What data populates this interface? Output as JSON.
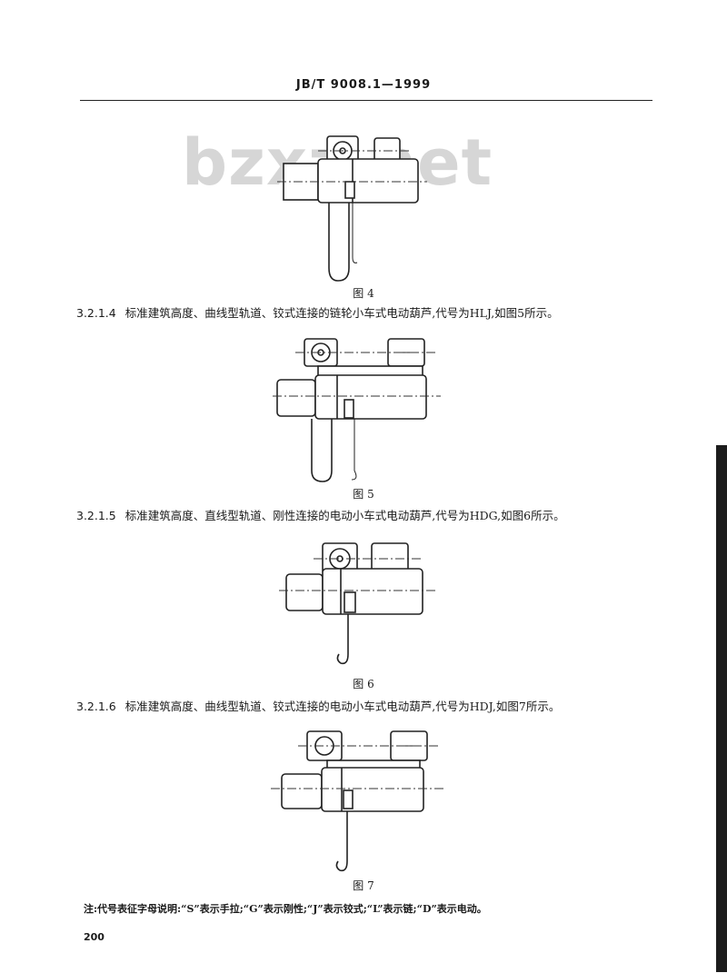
{
  "header": {
    "standard_code": "JB/T 9008.1—1999"
  },
  "watermark": "bzxz.net",
  "figures": [
    {
      "caption": "图 4"
    },
    {
      "caption": "图 5"
    },
    {
      "caption": "图 6"
    },
    {
      "caption": "图 7"
    }
  ],
  "clauses": [
    {
      "number": "3.2.1.4",
      "text": "标准建筑高度、曲线型轨道、铰式连接的链轮小车式电动葫芦,代号为HLJ,如图5所示。"
    },
    {
      "number": "3.2.1.5",
      "text": "标准建筑高度、直线型轨道、刚性连接的电动小车式电动葫芦,代号为HDG,如图6所示。"
    },
    {
      "number": "3.2.1.6",
      "text": "标准建筑高度、曲线型轨道、铰式连接的电动小车式电动葫芦,代号为HDJ,如图7所示。"
    }
  ],
  "note": "注:代号表征字母说明:“S”表示手拉;“G”表示刚性;“J”表示铰式;“L”表示链;“D”表示电动。",
  "page_number": "200"
}
